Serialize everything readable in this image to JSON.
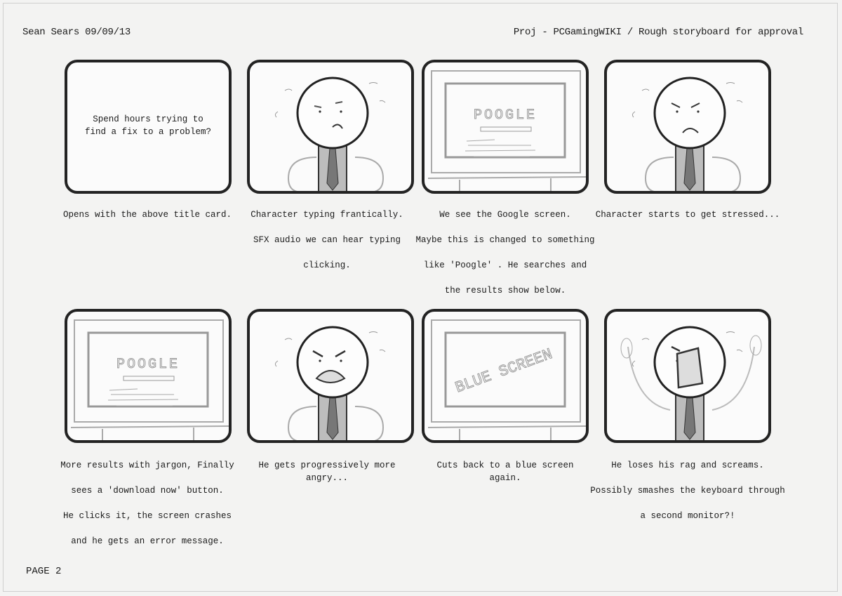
{
  "header": {
    "author_date": "Sean Sears 09/09/13",
    "project": "Proj - PCGamingWIKI / Rough storyboard for approval"
  },
  "footer": {
    "page": "PAGE 2"
  },
  "panels": [
    {
      "sketch": "title-card",
      "title_lines": [
        "Spend hours trying to",
        "find a fix to a problem?"
      ],
      "caption": [
        "Opens with the above title card."
      ]
    },
    {
      "sketch": "character-worried",
      "caption": [
        "Character typing frantically.",
        "SFX audio we can hear typing",
        "clicking."
      ]
    },
    {
      "sketch": "monitor",
      "screen_text": "POOGLE",
      "caption": [
        "We see the Google screen.",
        "Maybe this is changed to something",
        "like  'Poogle' . He searches and",
        "the results show below."
      ]
    },
    {
      "sketch": "character-stressed",
      "caption": [
        "Character starts to get stressed..."
      ]
    },
    {
      "sketch": "monitor",
      "screen_text": "POOGLE",
      "caption": [
        "More results with jargon, Finally",
        "sees a  'download now'  button.",
        "He clicks it, the screen crashes",
        "and he gets an error message."
      ]
    },
    {
      "sketch": "character-angry",
      "caption": [
        "He gets progressively more",
        "angry..."
      ]
    },
    {
      "sketch": "monitor",
      "screen_text": "BLUE SCREEN",
      "caption": [
        "Cuts back to a blue screen",
        "again."
      ]
    },
    {
      "sketch": "character-screaming",
      "caption": [
        "He loses his rag and screams.",
        "Possibly smashes the keyboard through",
        "a second monitor?!"
      ]
    }
  ]
}
